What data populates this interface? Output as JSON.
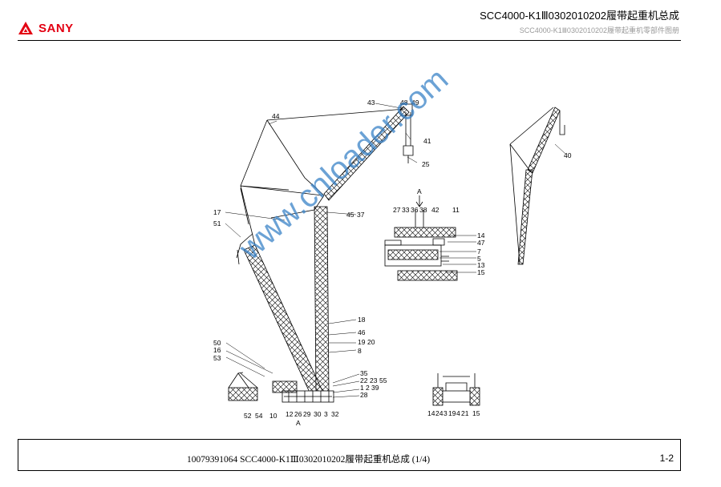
{
  "header": {
    "brand": "SANY",
    "title": "SCC4000-K1Ⅲ0302010202履带起重机总成",
    "subtitle": "SCC4000-K1Ⅲ0302010202履带起重机零部件图册"
  },
  "colors": {
    "brand_red": "#e30012",
    "watermark_blue": "#3a83c8"
  },
  "watermark": "www.cnloader.com",
  "drawing": {
    "view_marks": [
      "A",
      "A"
    ],
    "callouts": [
      "43",
      "48",
      "49",
      "44",
      "41",
      "25",
      "40",
      "27",
      "33",
      "36",
      "38",
      "42",
      "11",
      "14",
      "47",
      "7",
      "5",
      "13",
      "15",
      "17",
      "51",
      "45",
      "37",
      "18",
      "46",
      "19",
      "20",
      "8",
      "50",
      "16",
      "53",
      "35",
      "22",
      "23",
      "55",
      "1",
      "2",
      "39",
      "28",
      "52",
      "54",
      "10",
      "12",
      "26",
      "29",
      "30",
      "3",
      "32",
      "14",
      "24",
      "3",
      "19",
      "4",
      "21",
      "15"
    ]
  },
  "footer": {
    "text": "10079391064 SCC4000-K1Ⅲ0302010202履带起重机总成 (1/4)",
    "page": "1-2"
  }
}
